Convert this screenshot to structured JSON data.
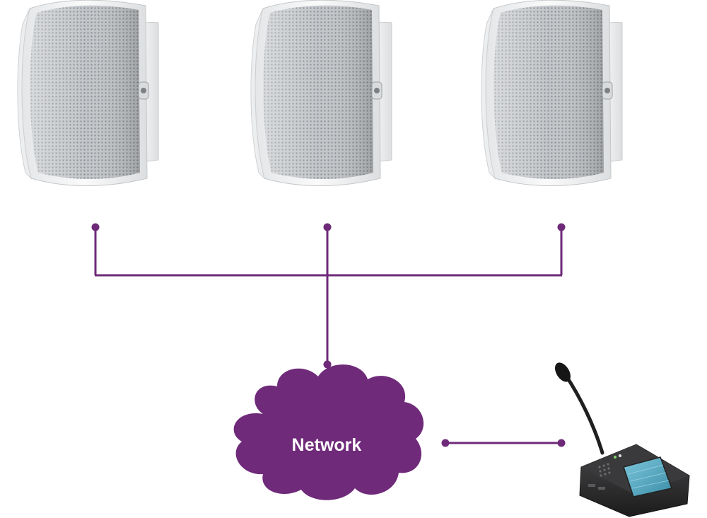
{
  "diagram": {
    "network_label": "Network",
    "colors": {
      "line": "#6e2a78",
      "cloud": "#6f2a7a",
      "cloud_text": "#ffffff",
      "speaker_body": "#f1f2f3",
      "speaker_grille": "#b9bcbf",
      "console_body": "#2c2c2e",
      "screen": "#5fb0c8"
    },
    "nodes": [
      {
        "id": "speaker-1",
        "icon": "wall-speaker-icon"
      },
      {
        "id": "speaker-2",
        "icon": "wall-speaker-icon"
      },
      {
        "id": "speaker-3",
        "icon": "wall-speaker-icon"
      },
      {
        "id": "network",
        "icon": "network-cloud-icon"
      },
      {
        "id": "call-station",
        "icon": "microphone-call-station-icon"
      }
    ]
  }
}
